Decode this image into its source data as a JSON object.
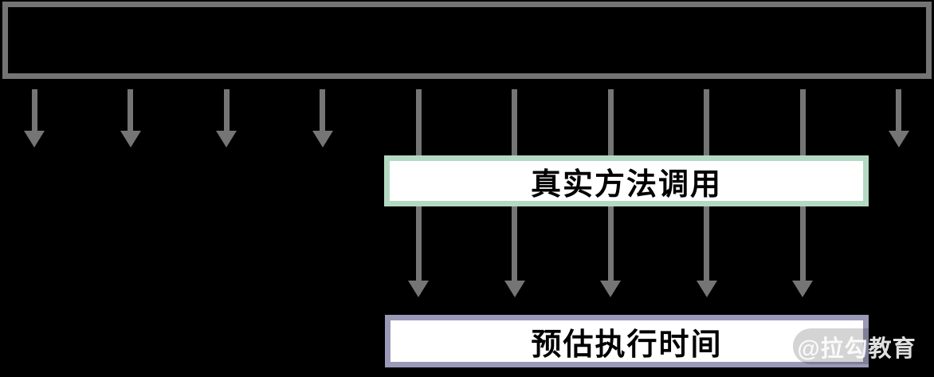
{
  "diagram": {
    "background_color": "#000000",
    "top_bar": {
      "label": ""
    },
    "arrows": {
      "count": 10,
      "long_indices": [
        4,
        5,
        6,
        7,
        8
      ],
      "color": "#757575"
    },
    "boxes": [
      {
        "label": "真实方法调用",
        "border_color": "#b4d9c3",
        "fill": "#ffffff"
      },
      {
        "label": "预估执行时间",
        "border_color": "#9a99b8",
        "fill": "#ffffff"
      }
    ],
    "watermark": {
      "text": "@拉勾教育"
    }
  }
}
